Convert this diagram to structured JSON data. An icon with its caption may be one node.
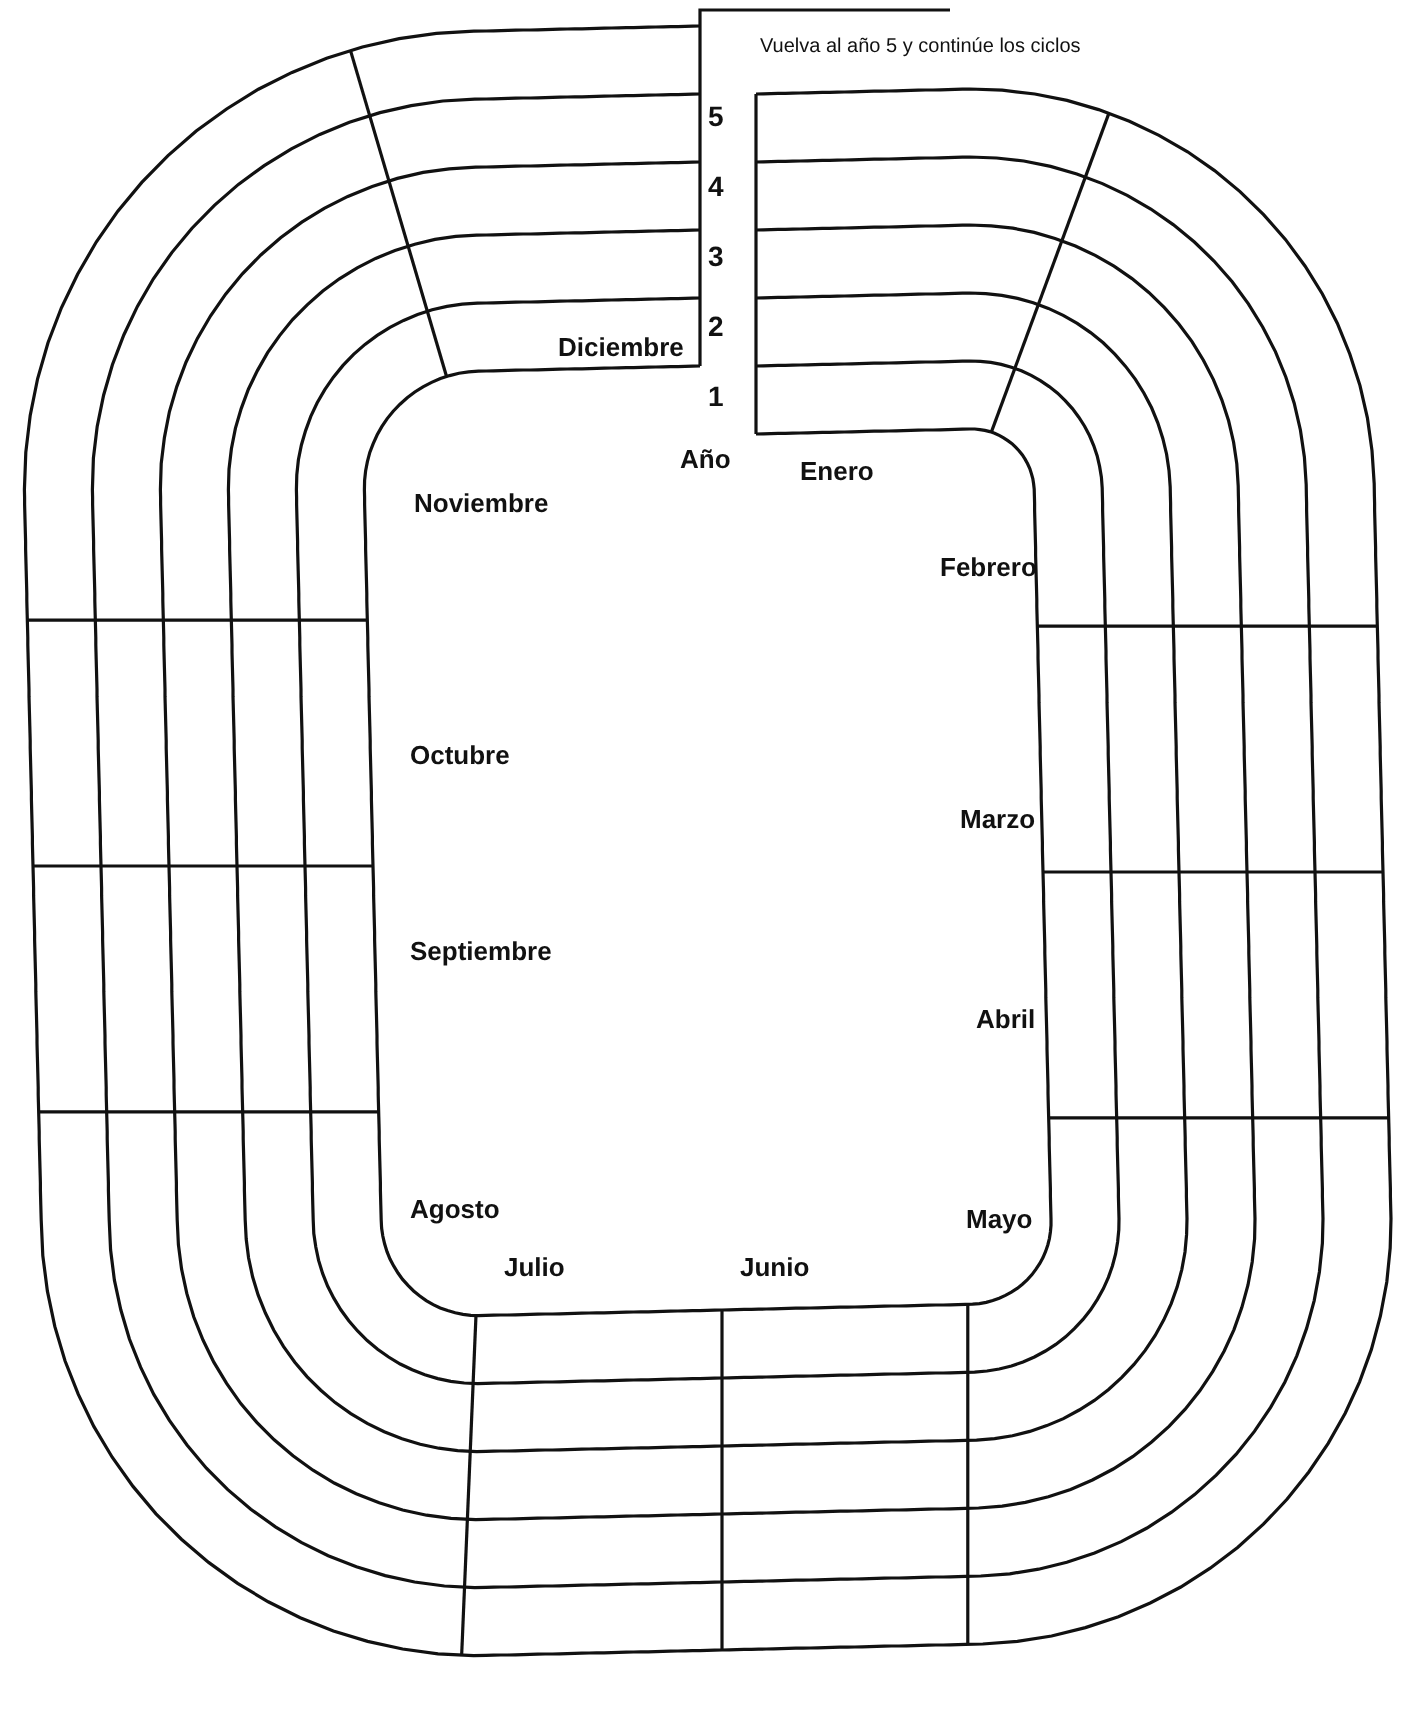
{
  "diagram": {
    "labels": [
      "Vuelva al año 5 y continúe los ciclos",
      "5",
      "4",
      "3",
      "2",
      "Diciembre",
      "1",
      "Año",
      "Enero",
      "Noviembre",
      "Febrero",
      "Octubre",
      "Marzo",
      "Septiembre",
      "Abril",
      "Agosto",
      "Mayo",
      "Julio",
      "Junio"
    ]
  }
}
